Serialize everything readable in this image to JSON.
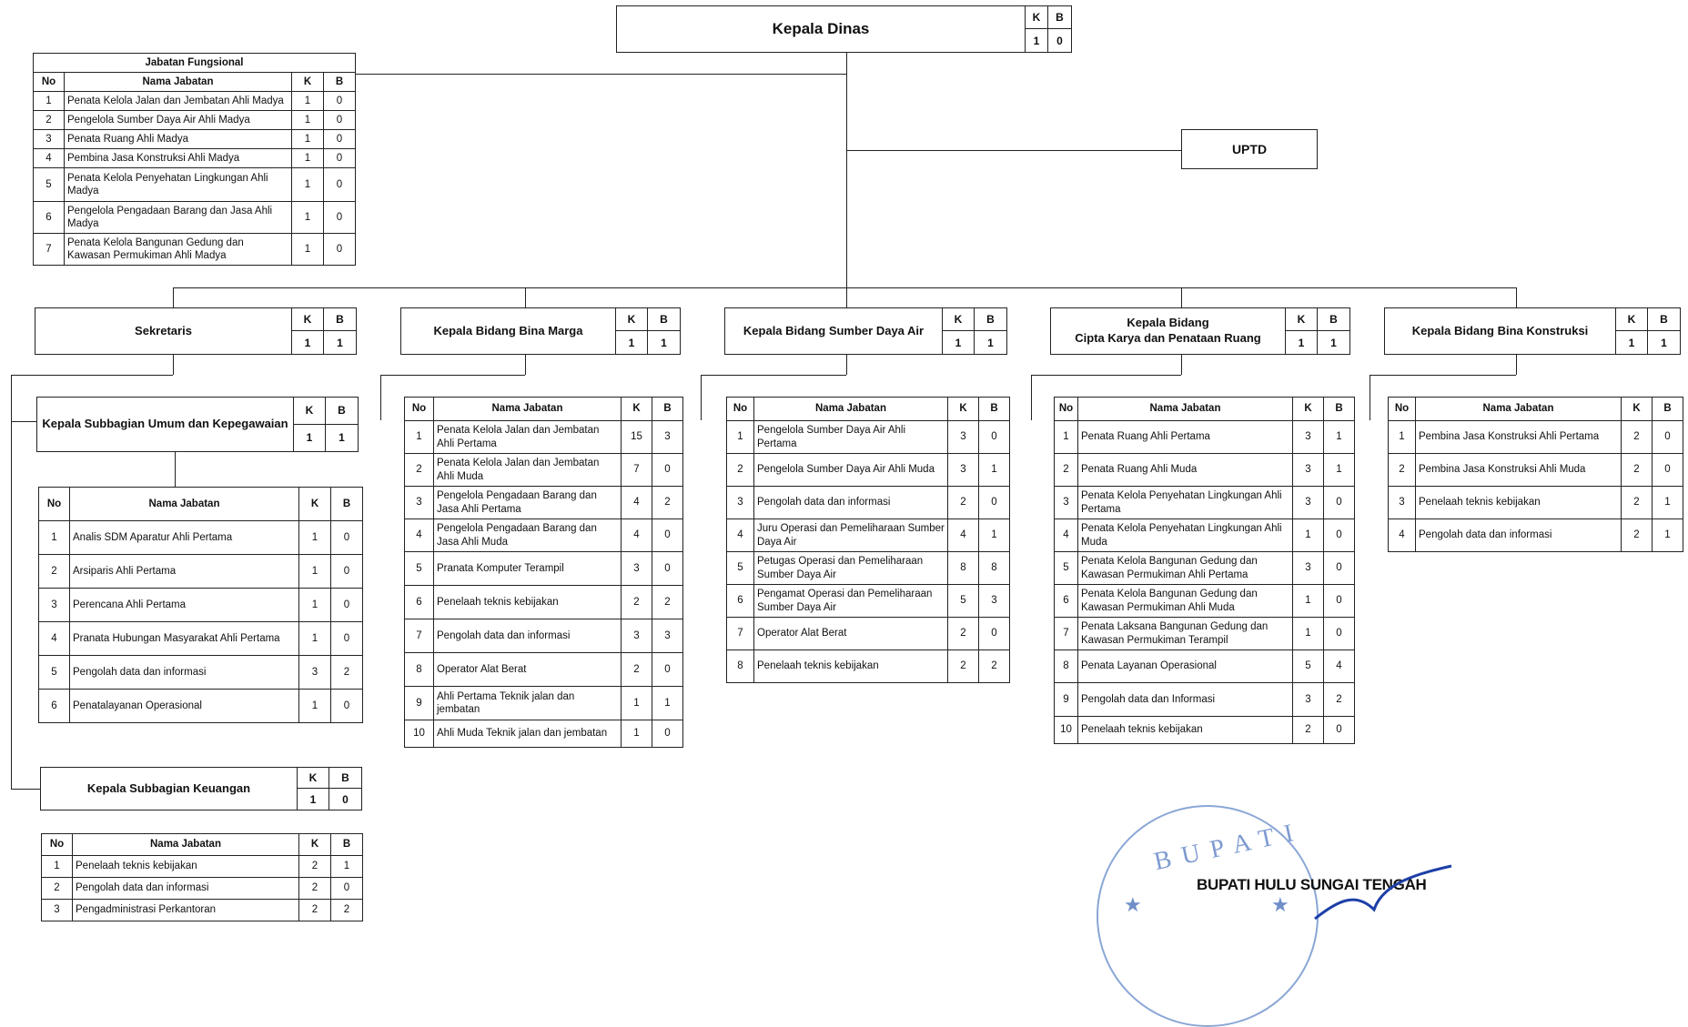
{
  "kepala_dinas": {
    "title": "Kepala Dinas",
    "k_label": "K",
    "b_label": "B",
    "k": "1",
    "b": "0"
  },
  "uptd": {
    "title": "UPTD"
  },
  "jabatan_fungsional": {
    "caption": "Jabatan Fungsional",
    "headers": [
      "No",
      "Nama Jabatan",
      "K",
      "B"
    ],
    "rows": [
      [
        "1",
        "Penata Kelola Jalan dan Jembatan Ahli Madya",
        "1",
        "0"
      ],
      [
        "2",
        "Pengelola Sumber Daya Air Ahli Madya",
        "1",
        "0"
      ],
      [
        "3",
        "Penata Ruang Ahli Madya",
        "1",
        "0"
      ],
      [
        "4",
        "Pembina Jasa Konstruksi Ahli Madya",
        "1",
        "0"
      ],
      [
        "5",
        "Penata Kelola Penyehatan Lingkungan Ahli Madya",
        "1",
        "0"
      ],
      [
        "6",
        "Pengelola Pengadaan Barang dan Jasa Ahli Madya",
        "1",
        "0"
      ],
      [
        "7",
        "Penata Kelola Bangunan Gedung dan Kawasan Permukiman Ahli Madya",
        "1",
        "0"
      ]
    ]
  },
  "sekretaris": {
    "title": "Sekretaris",
    "k_label": "K",
    "b_label": "B",
    "k": "1",
    "b": "1"
  },
  "subbag_umum": {
    "title": "Kepala Subbagian Umum dan Kepegawaian",
    "k_label": "K",
    "b_label": "B",
    "k": "1",
    "b": "1",
    "headers": [
      "No",
      "Nama Jabatan",
      "K",
      "B"
    ],
    "rows": [
      [
        "1",
        "Analis SDM Aparatur Ahli Pertama",
        "1",
        "0"
      ],
      [
        "2",
        "Arsiparis Ahli Pertama",
        "1",
        "0"
      ],
      [
        "3",
        "Perencana Ahli Pertama",
        "1",
        "0"
      ],
      [
        "4",
        "Pranata Hubungan Masyarakat Ahli Pertama",
        "1",
        "0"
      ],
      [
        "5",
        "Pengolah data dan informasi",
        "3",
        "2"
      ],
      [
        "6",
        "Penatalayanan Operasional",
        "1",
        "0"
      ]
    ]
  },
  "subbag_keuangan": {
    "title": "Kepala Subbagian Keuangan",
    "k_label": "K",
    "b_label": "B",
    "k": "1",
    "b": "0",
    "headers": [
      "No",
      "Nama Jabatan",
      "K",
      "B"
    ],
    "rows": [
      [
        "1",
        "Penelaah teknis kebijakan",
        "2",
        "1"
      ],
      [
        "2",
        "Pengolah data dan informasi",
        "2",
        "0"
      ],
      [
        "3",
        "Pengadministrasi Perkantoran",
        "2",
        "2"
      ]
    ]
  },
  "bina_marga": {
    "title": "Kepala Bidang Bina Marga",
    "k_label": "K",
    "b_label": "B",
    "k": "1",
    "b": "1",
    "headers": [
      "No",
      "Nama Jabatan",
      "K",
      "B"
    ],
    "rows": [
      [
        "1",
        "Penata Kelola Jalan dan Jembatan Ahli Pertama",
        "15",
        "3"
      ],
      [
        "2",
        "Penata Kelola Jalan dan Jembatan Ahli Muda",
        "7",
        "0"
      ],
      [
        "3",
        "Pengelola Pengadaan Barang dan Jasa Ahli Pertama",
        "4",
        "2"
      ],
      [
        "4",
        "Pengelola Pengadaan Barang dan Jasa Ahli Muda",
        "4",
        "0"
      ],
      [
        "5",
        "Pranata Komputer Terampil",
        "3",
        "0"
      ],
      [
        "6",
        "Penelaah teknis kebijakan",
        "2",
        "2"
      ],
      [
        "7",
        "Pengolah data dan informasi",
        "3",
        "3"
      ],
      [
        "8",
        "Operator Alat Berat",
        "2",
        "0"
      ],
      [
        "9",
        "Ahli Pertama Teknik jalan dan jembatan",
        "1",
        "1"
      ],
      [
        "10",
        "Ahli Muda Teknik jalan dan jembatan",
        "1",
        "0"
      ]
    ]
  },
  "sumber_daya_air": {
    "title": "Kepala Bidang Sumber Daya Air",
    "k_label": "K",
    "b_label": "B",
    "k": "1",
    "b": "1",
    "headers": [
      "No",
      "Nama Jabatan",
      "K",
      "B"
    ],
    "rows": [
      [
        "1",
        "Pengelola Sumber Daya Air Ahli Pertama",
        "3",
        "0"
      ],
      [
        "2",
        "Pengelola Sumber Daya Air Ahli Muda",
        "3",
        "1"
      ],
      [
        "3",
        "Pengolah data dan informasi",
        "2",
        "0"
      ],
      [
        "4",
        "Juru Operasi dan Pemeliharaan Sumber Daya Air",
        "4",
        "1"
      ],
      [
        "5",
        "Petugas Operasi dan Pemeliharaan Sumber Daya Air",
        "8",
        "8"
      ],
      [
        "6",
        "Pengamat Operasi dan Pemeliharaan Sumber Daya Air",
        "5",
        "3"
      ],
      [
        "7",
        "Operator Alat Berat",
        "2",
        "0"
      ],
      [
        "8",
        "Penelaah teknis kebijakan",
        "2",
        "2"
      ]
    ]
  },
  "cipta_karya": {
    "title_line1": "Kepala Bidang",
    "title_line2": "Cipta Karya dan Penataan Ruang",
    "k_label": "K",
    "b_label": "B",
    "k": "1",
    "b": "1",
    "headers": [
      "No",
      "Nama Jabatan",
      "K",
      "B"
    ],
    "rows": [
      [
        "1",
        "Penata Ruang Ahli Pertama",
        "3",
        "1"
      ],
      [
        "2",
        "Penata Ruang Ahli Muda",
        "3",
        "1"
      ],
      [
        "3",
        "Penata Kelola Penyehatan Lingkungan Ahli Pertama",
        "3",
        "0"
      ],
      [
        "4",
        "Penata Kelola Penyehatan Lingkungan Ahli Muda",
        "1",
        "0"
      ],
      [
        "5",
        "Penata Kelola Bangunan Gedung dan Kawasan Permukiman Ahli Pertama",
        "3",
        "0"
      ],
      [
        "6",
        "Penata Kelola Bangunan Gedung dan Kawasan Permukiman Ahli Muda",
        "1",
        "0"
      ],
      [
        "7",
        "Penata Laksana Bangunan Gedung dan Kawasan Permukiman Terampil",
        "1",
        "0"
      ],
      [
        "8",
        "Penata Layanan Operasional",
        "5",
        "4"
      ],
      [
        "9",
        "Pengolah data dan Informasi",
        "3",
        "2"
      ],
      [
        "10",
        "Penelaah teknis kebijakan",
        "2",
        "0"
      ]
    ]
  },
  "bina_konstruksi": {
    "title": "Kepala Bidang Bina Konstruksi",
    "k_label": "K",
    "b_label": "B",
    "k": "1",
    "b": "1",
    "headers": [
      "No",
      "Nama Jabatan",
      "K",
      "B"
    ],
    "rows": [
      [
        "1",
        "Pembina Jasa Konstruksi Ahli Pertama",
        "2",
        "0"
      ],
      [
        "2",
        "Pembina Jasa Konstruksi Ahli Muda",
        "2",
        "0"
      ],
      [
        "3",
        "Penelaah teknis kebijakan",
        "2",
        "1"
      ],
      [
        "4",
        "Pengolah data dan informasi",
        "2",
        "1"
      ]
    ]
  },
  "stamp": {
    "text": "BUPATI HULU SUNGAI TENGAH",
    "seal_text": "BUPATI"
  }
}
